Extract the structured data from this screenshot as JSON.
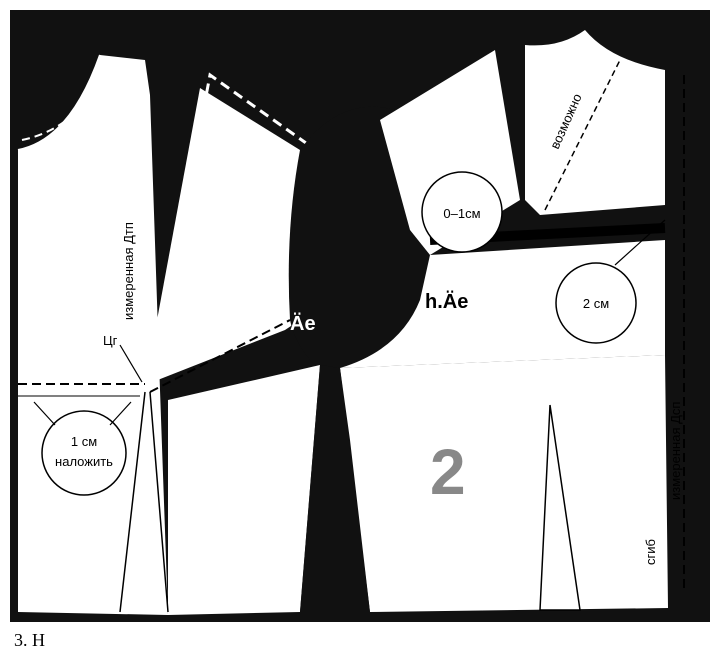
{
  "labels": {
    "measured_front": "измеренная Дтп",
    "measured_back": "измеренная Дсп",
    "waist": "Цг",
    "overlap_1": "1 см",
    "overlap_2": "наложить",
    "armhole_front": "Äe",
    "armhole_back": "h.Äe",
    "range": "0–1см",
    "possible": "возможно",
    "two_cm": "2 см",
    "fold": "сгиб",
    "piece_number": "2"
  },
  "caption": "3. Н"
}
